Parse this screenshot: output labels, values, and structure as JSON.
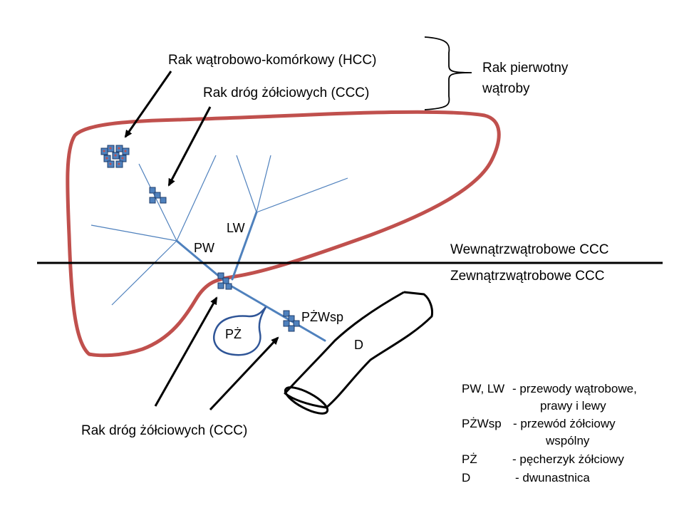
{
  "labels": {
    "hcc": "Rak wątrobowo-komórkowy (HCC)",
    "ccc_top": "Rak  dróg żółciowych (CCC)",
    "primary_line1": "Rak pierwotny",
    "primary_line2": "wątroby",
    "intrahepatic": "Wewnątrzwątrobowe CCC",
    "extrahepatic": "Zewnątrzwątrobowe CCC",
    "ccc_bottom": "Rak  dróg żółciowych (CCC)",
    "lw": "LW",
    "pw": "PW",
    "pzwsp": "PŻWsp",
    "pz": "PŻ",
    "d": "D"
  },
  "legend": [
    {
      "key": "PW, LW",
      "desc_line1": "- przewody wątrobowe,",
      "desc_line2": "prawy i lewy"
    },
    {
      "key": "PŻWsp",
      "desc_line1": "- przewód żółciowy",
      "desc_line2": "wspólny"
    },
    {
      "key": "PŻ",
      "desc_line1": "- pęcherzyk żółciowy",
      "desc_line2": ""
    },
    {
      "key": "D",
      "desc_line1": "- dwunastnica",
      "desc_line2": ""
    }
  ],
  "colors": {
    "liver_outline": "#c0504d",
    "duct": "#4f81bd",
    "duct_dark": "#1f3d6b",
    "tumor_fill": "#4f81bd",
    "tumor_dot": "#c0504d",
    "line": "#000000"
  }
}
